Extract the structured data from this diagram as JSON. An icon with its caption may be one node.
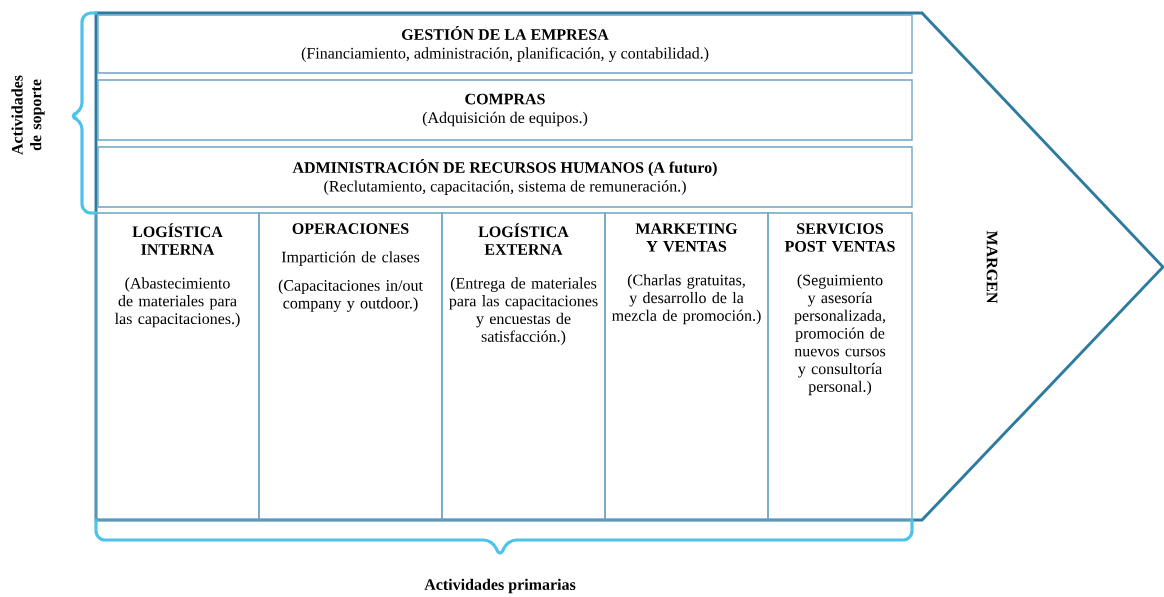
{
  "diagram": {
    "nodes": [
      {
        "text": [
          "MARGEN"
        ]
      },
      {
        "text": [
          "GESTIÓN DE LA EMPRESA",
          "(Financiamiento, administración, planificación, y contabilidad.)"
        ],
        "in": 0
      },
      {
        "text": [
          "COMPRAS",
          "(Adquisición de equipos.)"
        ],
        "in": 0
      },
      {
        "text": [
          "ADMINISTRACIÓN DE RECURSOS HUMANOS (A futuro)",
          "(Reclutamiento,  capacitación,  sistema de remuneración.)"
        ],
        "in": 0
      },
      {
        "text": [
          "LOGÍSTICA INTERNA",
          "(Abastecimiento de materiales para las capacitaciones.)"
        ],
        "in": 0
      },
      {
        "text": [
          "OPERACIONES",
          "Impartición de clases",
          "(Capacitaciones in/out company y outdoor.)"
        ],
        "in": 0
      },
      {
        "text": [
          "LOGÍSTICA EXTERNA",
          "(Entrega de materiales para las capacitaciones y encuestas de satisfacción.)"
        ],
        "in": 0
      },
      {
        "text": [
          "MARKETING Y VENTAS",
          "(Charlas gratuitas, y desarrollo de la mezcla de promoción.)"
        ],
        "in": 0
      },
      {
        "text": [
          "SERVICIOS POST VENTAS",
          "(Seguimiento y asesoría personalizada, promoción de nuevos cursos y consultoría personal.)"
        ],
        "in": 0
      }
    ],
    "labels": [
      "Actividades de soporte",
      "Actividades primarias"
    ]
  }
}
